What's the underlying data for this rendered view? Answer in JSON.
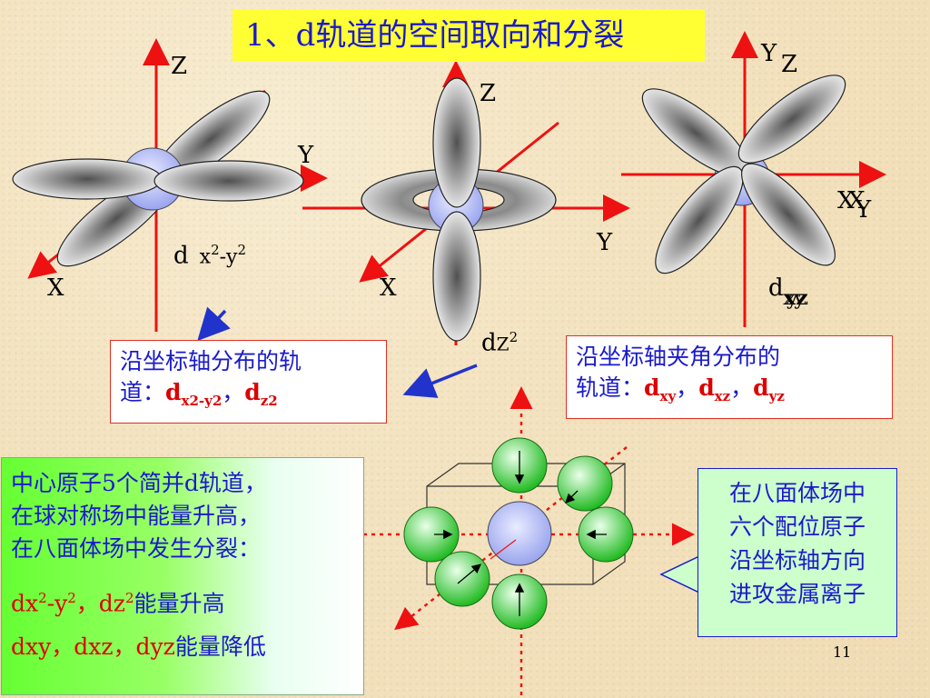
{
  "title": "1、d轨道的空间取向和分裂",
  "diagram1": {
    "axis_z": "Z",
    "axis_y": "Y",
    "axis_x": "X",
    "orbital_d": "d",
    "orbital_sub_a": "x",
    "orbital_sup_a": "2",
    "orbital_sub_b": "-y",
    "orbital_sup_b": "2"
  },
  "diagram2": {
    "axis_z": "Z",
    "axis_y": "Y",
    "axis_x": "X",
    "orbital_d": "d",
    "orbital_sub": "Z",
    "orbital_sup": "2"
  },
  "diagram3": {
    "axis_labels_top": [
      "Y",
      "Z"
    ],
    "axis_labels_right": [
      "X",
      "X",
      "Y"
    ],
    "orbital_d": "d",
    "orbital_subs": [
      "xy",
      "xz",
      "yz"
    ]
  },
  "box_axis": {
    "line1": "沿坐标轴分布的轨",
    "line2_prefix": "道：",
    "d1": "d",
    "d1_sub": "x2-y2",
    "sep": "，",
    "d2": "d",
    "d2_sub": "z2"
  },
  "box_angle": {
    "line1": "沿坐标轴夹角分布的",
    "line2_prefix": "轨道：",
    "d1": "d",
    "d1_sub": "xy",
    "sep1": "，",
    "d2": "d",
    "d2_sub": "xz",
    "sep2": "，",
    "d3": "d",
    "d3_sub": "yz"
  },
  "green_box": {
    "line1": "中心原子5个简并d轨道，",
    "line2": "在球对称场中能量升高，",
    "line3": "在八面体场中发生分裂：",
    "line4_a": "dx",
    "line4_a_sup": "2",
    "line4_b": "-y",
    "line4_b_sup": "2",
    "line4_sep": "，",
    "line4_c": "dz",
    "line4_c_sup": "2",
    "line4_end": "能量升高",
    "line5_a": "dxy",
    "line5_sep1": "，",
    "line5_b": "dxz",
    "line5_sep2": "，",
    "line5_c": "dyz",
    "line5_end": "能量降低"
  },
  "callout": {
    "lines": [
      "在八面体场中",
      "六个配位原子",
      "沿坐标轴方向",
      "进攻金属离子"
    ]
  },
  "page_number": "11",
  "colors": {
    "axis": "#ee1111",
    "lobe": "#9a9a9a",
    "nucleus": "#aab0f0",
    "ligand": "#33cc33",
    "title_bg": "#ffff33",
    "text_blue": "#1a1acc",
    "text_red": "#dd0000",
    "callout_bg": "#ccffcc"
  }
}
